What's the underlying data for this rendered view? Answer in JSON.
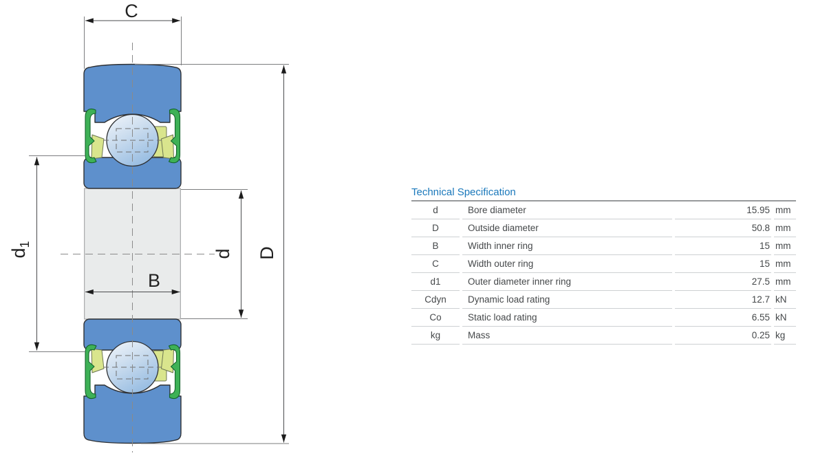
{
  "drawing": {
    "labels": {
      "outer_width": "C",
      "inner_width": "B",
      "outside_diameter": "D",
      "bore_diameter": "d",
      "inner_ring_od": "d",
      "inner_ring_od_sub": "1"
    },
    "colors": {
      "ring_blue": "#5e90cc",
      "seal_green": "#3eb156",
      "cage_yellow_green": "#d9e58d",
      "ball_light": "#f2f6fb",
      "ball_dark": "#9bbfe3",
      "bore_gray": "#e9ebeb",
      "outline": "#2e3033"
    }
  },
  "table": {
    "title": "Technical Specification",
    "title_color": "#1a78bb",
    "rows": [
      {
        "symbol": "d",
        "description": "Bore diameter",
        "value": "15.95",
        "unit": "mm"
      },
      {
        "symbol": "D",
        "description": "Outside diameter",
        "value": "50.8",
        "unit": "mm"
      },
      {
        "symbol": "B",
        "description": "Width inner ring",
        "value": "15",
        "unit": "mm"
      },
      {
        "symbol": "C",
        "description": "Width outer ring",
        "value": "15",
        "unit": "mm"
      },
      {
        "symbol": "d1",
        "description": "Outer diameter inner ring",
        "value": "27.5",
        "unit": "mm"
      },
      {
        "symbol": "Cdyn",
        "description": "Dynamic load rating",
        "value": "12.7",
        "unit": "kN"
      },
      {
        "symbol": "Co",
        "description": "Static load rating",
        "value": "6.55",
        "unit": "kN"
      },
      {
        "symbol": "kg",
        "description": "Mass",
        "value": "0.25",
        "unit": "kg"
      }
    ]
  }
}
